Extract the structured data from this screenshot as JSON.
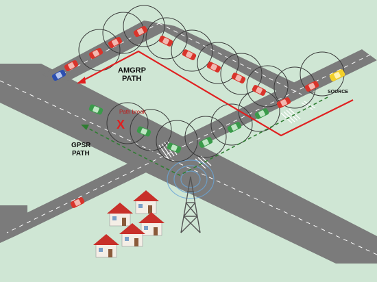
{
  "labels": {
    "amgrp_line1": "AMGRP",
    "amgrp_line2": "PATH",
    "gpsr_line1": "GPSR",
    "gpsr_line2": "PATH",
    "path_break": "Path break",
    "source": "SOURCE",
    "break_mark": "X"
  },
  "colors": {
    "background": "#cfe6d4",
    "road": "#7b7b7b",
    "road_edge": "#6a6a6a",
    "lane_mark": "#ffffff",
    "amgrp_path": "#e02020",
    "gpsr_path": "#2f7d32",
    "range_circle": "#3a3a3a",
    "car_red": "#d9342b",
    "car_green": "#3a9a4a",
    "car_blue": "#2c4fb0",
    "car_yellow": "#f2d02a",
    "house_roof": "#c8302a",
    "house_wall": "#f4eee6",
    "tower": "#555555",
    "signal": "#6aa6d8"
  },
  "icons": {
    "tower": "radio-tower-icon",
    "house": "house-icon",
    "car": "car-icon",
    "break": "x-mark-icon"
  }
}
